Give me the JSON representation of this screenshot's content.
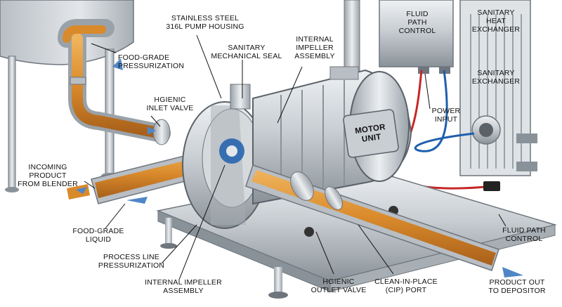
{
  "labels": {
    "housing": "STAINLESS STEEL\n316L PUMP HOUSING",
    "panel_top": "FLUID\nPATH\nCONTROL",
    "heat_exchanger": "SANITARY\nHEAT\nEXCHANGER",
    "sanitary_exchanger": "SANITARY\nEXCHANGER",
    "pressurization_top": "FOOD-GRADE\nPRESSURIZATION",
    "seal": "SANITARY\nMECHANICAL SEAL",
    "impeller_top": "INTERNAL\nIMPELLER\nASSEMBLY",
    "inlet_valve": "HGIENIC\nINLET VALVE",
    "power_input": "POWER\nINPUT",
    "motor_unit": "MOTOR\nUNIT",
    "incoming": "INCOMING\nPRODUCT\nFROM BLENDER",
    "food_liquid": "FOOD-GRADE\nLIQUID",
    "process_line": "PROCESS LINE\nPRESSURIZATION",
    "impeller_bottom": "INTERNAL IMPELLER\nASSEMBLY",
    "outlet_valve": "HGIENIC\nOUTLET VALVE",
    "cip_port": "CLEAN-IN-PLACE\n(CIP) PORT",
    "fluid_path_right": "FLUID PATH\nCONTROL",
    "product_out": "PRODUCT OUT\nTO DEPOSITOR"
  },
  "colors": {
    "steel": "#c9ced3",
    "steel_dark": "#7f868d",
    "product": "#d98a2b",
    "flow_arrow": "#4f86c6",
    "wire_red": "#c62828",
    "wire_blue": "#1f5fae"
  }
}
